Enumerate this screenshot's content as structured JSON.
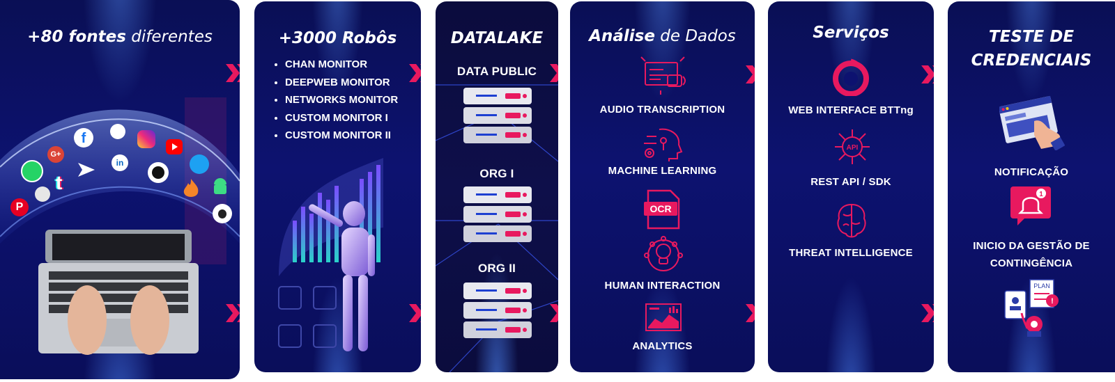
{
  "panels": {
    "sources": {
      "title_bold": "+80 fontes",
      "title_light": " diferentes"
    },
    "robots": {
      "title": "+3000 Robôs",
      "monitors": [
        "CHAN MONITOR",
        "DEEPWEB MONITOR",
        "NETWORKS MONITOR",
        "CUSTOM MONITOR I",
        "CUSTOM MONITOR II"
      ]
    },
    "datalake": {
      "title": "DATALAKE",
      "servers": [
        "DATA PUBLIC",
        "ORG I",
        "ORG II"
      ]
    },
    "analysis": {
      "title_bold": "Análise",
      "title_light": " de Dados",
      "items": [
        "AUDIO TRANSCRIPTION",
        "MACHINE LEARNING",
        "HUMAN INTERACTION",
        "ANALYTICS"
      ],
      "ocr_label": "OCR"
    },
    "services": {
      "title": "Serviços",
      "items": [
        "WEB INTERFACE BTTng",
        "REST API / SDK",
        "THREAT INTELLIGENCE"
      ],
      "api_label": "API"
    },
    "credentials": {
      "title_line1": "TESTE DE",
      "title_line2": "CREDENCIAIS",
      "items": [
        "NOTIFICAÇÃO",
        "INICIO DA GESTÃO DE",
        "CONTINGÊNCIA"
      ],
      "plan_label": "PLAN"
    }
  },
  "colors": {
    "panel_bg": "#0d1270",
    "accent_pink": "#e8195f",
    "text": "#ffffff"
  },
  "icons": [
    "facebook-icon",
    "google-plus-icon",
    "whatsapp-icon",
    "tumblr-icon",
    "linkedin-icon",
    "instagram-icon",
    "youtube-icon",
    "twitter-icon",
    "github-icon",
    "android-icon",
    "pinterest-icon",
    "apple-icon",
    "robot-icon",
    "server-icon",
    "audio-icon",
    "brain-icon",
    "ocr-icon",
    "bulb-icon",
    "analytics-icon",
    "bttng-logo-icon",
    "api-icon",
    "threat-brain-icon",
    "browser-hand-icon",
    "bell-icon",
    "plan-icon"
  ]
}
